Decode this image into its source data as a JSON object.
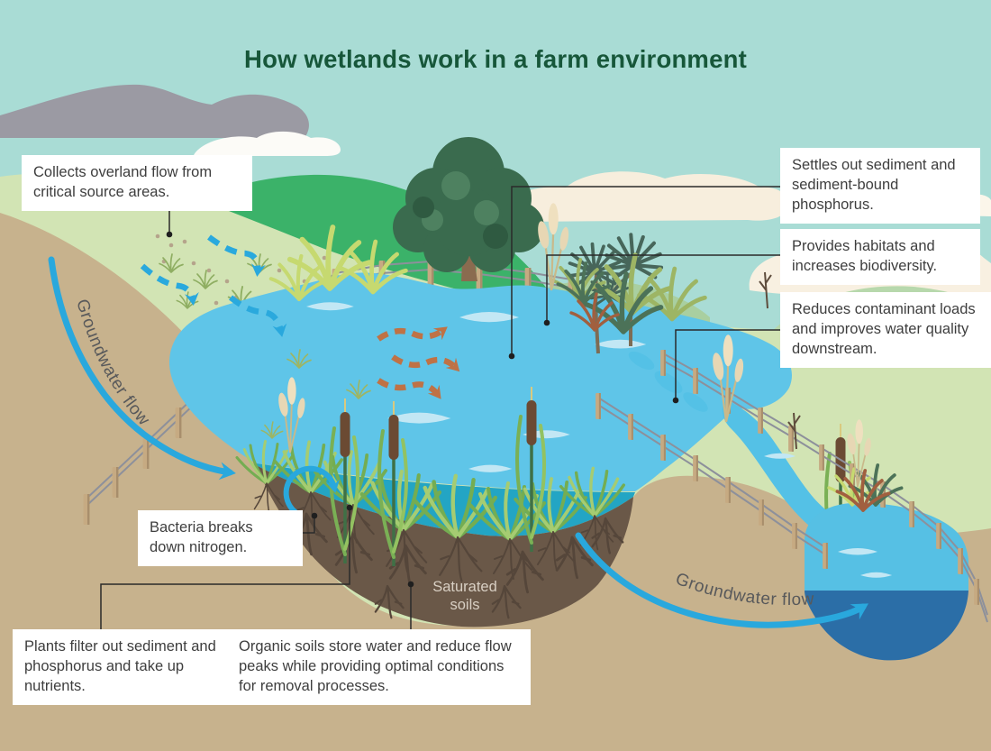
{
  "title": "How wetlands work in a farm environment",
  "callouts": [
    {
      "id": "collects",
      "text": "Collects overland flow from critical source areas."
    },
    {
      "id": "settles",
      "text": "Settles out sediment and sediment-bound phosphorus."
    },
    {
      "id": "habitats",
      "text": "Provides habitats and increases biodiversity."
    },
    {
      "id": "reduces",
      "text": "Reduces contaminant loads and improves water quality downstream."
    },
    {
      "id": "bacteria",
      "text": "Bacteria breaks down nitrogen."
    },
    {
      "id": "plants",
      "text": "Plants filter out sediment and phosphorus and take up nutrients."
    },
    {
      "id": "organic",
      "text": "Organic soils store water and reduce flow peaks while providing optimal conditions for removal processes."
    }
  ],
  "labels": {
    "groundwater_left": "Groundwater flow",
    "groundwater_right": "Groundwater flow",
    "saturated_line1": "Saturated",
    "saturated_line2": "soils"
  },
  "colors": {
    "sky": "#a9dcd5",
    "title_green": "#17573a",
    "pond_light_blue": "#5fc5e8",
    "underwater_teal": "#23a5c4",
    "pool_dark_blue": "#2b6ea7",
    "saturated_soil_brown": "#6a5848",
    "land_tan": "#c7b28d",
    "pasture_green": "#d2e4b4",
    "hill_bright_green": "#3bb269",
    "mountain_grey": "#9b9aa3",
    "arrow_blue": "#29a8dd",
    "pond_flow_orange": "#bf7245",
    "callout_bg": "#ffffff",
    "callout_text": "#3e3e3e",
    "label_grey": "#58595b",
    "saturated_label": "#d8cfc3"
  }
}
